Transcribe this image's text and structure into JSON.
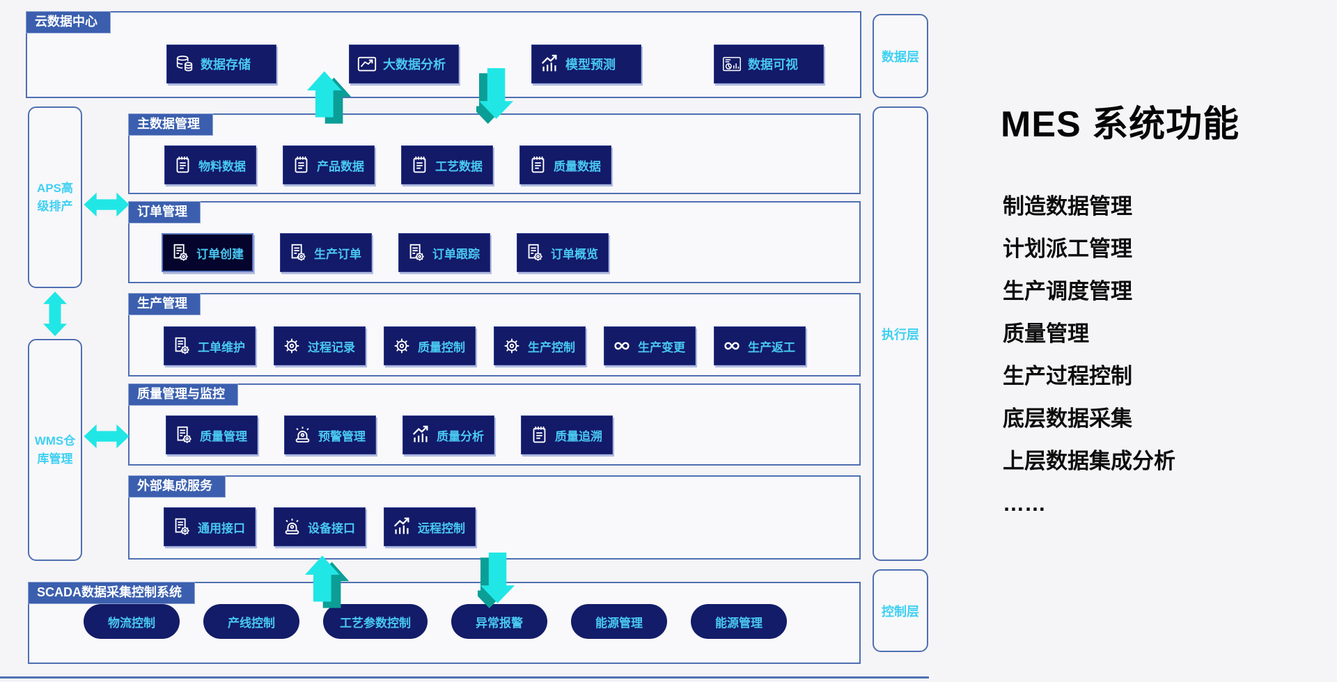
{
  "colors": {
    "accent_blue": "#3b5fae",
    "box_border": "#4f6fb2",
    "button_bg": "#131a68",
    "button_bg_dark": "#04042c",
    "button_text": "#49c8f1",
    "layer_text": "#3fd0f2",
    "arrow_cyan": "#21e6e6",
    "arrow_teal": "#0b9e96"
  },
  "cloud": {
    "title": "云数据中心",
    "items": [
      {
        "label": "数据存储",
        "icon": "database",
        "name": "data-storage"
      },
      {
        "label": "大数据分析",
        "icon": "line-chart",
        "name": "big-data-analysis"
      },
      {
        "label": "模型预测",
        "icon": "trend-bars",
        "name": "model-prediction"
      },
      {
        "label": "数据可视",
        "icon": "dashboard",
        "name": "data-visualization"
      }
    ]
  },
  "layers": [
    {
      "label": "数据层",
      "name": "data-layer"
    },
    {
      "label": "执行层",
      "name": "execution-layer"
    },
    {
      "label": "控制层",
      "name": "control-layer"
    }
  ],
  "left_modules": [
    {
      "label": "APS高级排产",
      "name": "aps-advanced-scheduling"
    },
    {
      "label": "WMS仓库管理",
      "name": "wms-warehouse-management"
    }
  ],
  "sections": [
    {
      "title": "主数据管理",
      "items": [
        {
          "label": "物料数据",
          "icon": "notepad",
          "name": "material-data"
        },
        {
          "label": "产品数据",
          "icon": "notepad",
          "name": "product-data"
        },
        {
          "label": "工艺数据",
          "icon": "notepad",
          "name": "process-data"
        },
        {
          "label": "质量数据",
          "icon": "notepad",
          "name": "quality-data"
        }
      ]
    },
    {
      "title": "订单管理",
      "items": [
        {
          "label": "订单创建",
          "icon": "doc-gear",
          "name": "order-create",
          "highlight": true
        },
        {
          "label": "生产订单",
          "icon": "doc-gear",
          "name": "production-order"
        },
        {
          "label": "订单跟踪",
          "icon": "doc-gear",
          "name": "order-tracking"
        },
        {
          "label": "订单概览",
          "icon": "doc-gear",
          "name": "order-overview"
        }
      ]
    },
    {
      "title": "生产管理",
      "items": [
        {
          "label": "工单维护",
          "icon": "doc-gear",
          "name": "work-order-maintenance"
        },
        {
          "label": "过程记录",
          "icon": "gear",
          "name": "process-record"
        },
        {
          "label": "质量控制",
          "icon": "gear",
          "name": "quality-control"
        },
        {
          "label": "生产控制",
          "icon": "gear",
          "name": "production-control"
        },
        {
          "label": "生产变更",
          "icon": "loop",
          "name": "production-change"
        },
        {
          "label": "生产返工",
          "icon": "loop",
          "name": "production-rework"
        }
      ]
    },
    {
      "title": "质量管理与监控",
      "items": [
        {
          "label": "质量管理",
          "icon": "doc-gear",
          "name": "quality-management"
        },
        {
          "label": "预警管理",
          "icon": "alarm",
          "name": "alert-management"
        },
        {
          "label": "质量分析",
          "icon": "trend-bars",
          "name": "quality-analysis"
        },
        {
          "label": "质量追溯",
          "icon": "notepad",
          "name": "quality-trace"
        }
      ]
    },
    {
      "title": "外部集成服务",
      "items": [
        {
          "label": "通用接口",
          "icon": "doc-gear",
          "name": "general-interface"
        },
        {
          "label": "设备接口",
          "icon": "alarm",
          "name": "device-interface"
        },
        {
          "label": "远程控制",
          "icon": "trend-bars",
          "name": "remote-control"
        }
      ]
    }
  ],
  "scada": {
    "title": "SCADA数据采集控制系统",
    "items": [
      "物流控制",
      "产线控制",
      "工艺参数控制",
      "异常报警",
      "能源管理",
      "能源管理"
    ]
  },
  "side_panel": {
    "title": "MES 系统功能",
    "features": [
      "制造数据管理",
      "计划派工管理",
      "生产调度管理",
      "质量管理",
      "生产过程控制",
      "底层数据采集",
      "上层数据集成分析",
      "……"
    ]
  }
}
